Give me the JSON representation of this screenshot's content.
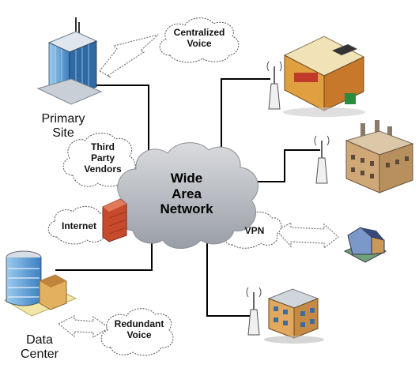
{
  "wan": {
    "line1": "Wide",
    "line2": "Area",
    "line3": "Network"
  },
  "primary_site": {
    "line1": "Primary",
    "line2": "Site"
  },
  "data_center": {
    "line1": "Data",
    "line2": "Center"
  },
  "centralized_voice": {
    "line1": "Centralized",
    "line2": "Voice"
  },
  "third_party": {
    "line1": "Third",
    "line2": "Party",
    "line3": "Vendors"
  },
  "internet": {
    "label": "Internet"
  },
  "vpn": {
    "label": "VPN"
  },
  "redundant_voice": {
    "line1": "Redundant",
    "line2": "Voice"
  },
  "colors": {
    "cloud": "#b9bcc2",
    "link": "#000000",
    "building": "#4a8fcf",
    "firewall": "#c84a2c"
  }
}
